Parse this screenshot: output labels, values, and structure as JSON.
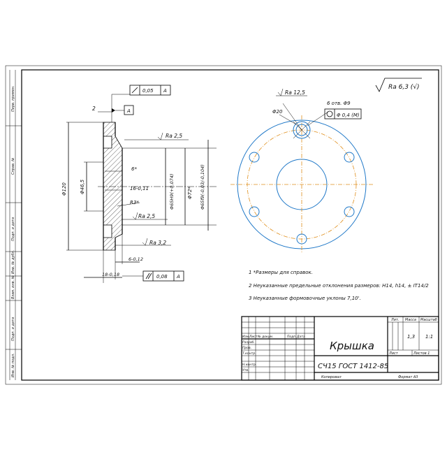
{
  "labels": {
    "flatness_value": "0,05",
    "datum_a": "A",
    "datum_box": "A",
    "dim_2": "2",
    "ra_25_top": "Ra 2,5",
    "ra_25_mid": "Ra 2,5",
    "ra_32": "Ra 3,2",
    "ra_125": "Ra 12,5",
    "ra_general": "Ra 6,3 (√)",
    "dim_120": "Φ120",
    "dim_465": "Φ46,5",
    "dim_6deg": "6*",
    "dim_16": "16-0,11",
    "dim_r3": "R3*",
    "dim_65h9": "Φ65Н9(+0,074)",
    "dim_72": "Φ72*",
    "dim_65f9": "Φ65f9(-0,03/-0,104)",
    "dim_6b": "6-0,12",
    "dim_18": "18-0,18",
    "parallel_value": "0,08",
    "parallel_datum": "A",
    "dim_20": "Φ20",
    "holes": "6 отв. Φ9",
    "position_tol": "Φ 0,4 (M)"
  },
  "notes": [
    "1 *Размеры для справок.",
    "2 Неуказанные предельные отклонения размеров: H14, h14, ± IT14/2",
    "3 Неуказанные формовочные уклоны 7,10'."
  ],
  "title_block": {
    "name": "Крышка",
    "material": "СЧ15 ГОСТ 1412-85",
    "col_lit": "Лит.",
    "col_mass": "Масса",
    "col_scale": "Масштаб",
    "mass": "1,3",
    "scale": "1:1",
    "sheet": "Лист",
    "sheets": "Листов 1",
    "copied": "Копировал",
    "format": "Формат А3",
    "rows": [
      "Изм.",
      "Лист",
      "№ докум.",
      "Подп.",
      "Дата"
    ],
    "roles": [
      "Разраб.",
      "Пров.",
      "Т.контр.",
      "",
      "Н.контр.",
      "Утв."
    ]
  },
  "side_stamps": [
    "Перв. примен.",
    "Справ. №",
    "Подп. и дата",
    "Инв. № дубл.",
    "Взам. инв. №",
    "Подп. и дата",
    "Инв. № подл."
  ]
}
